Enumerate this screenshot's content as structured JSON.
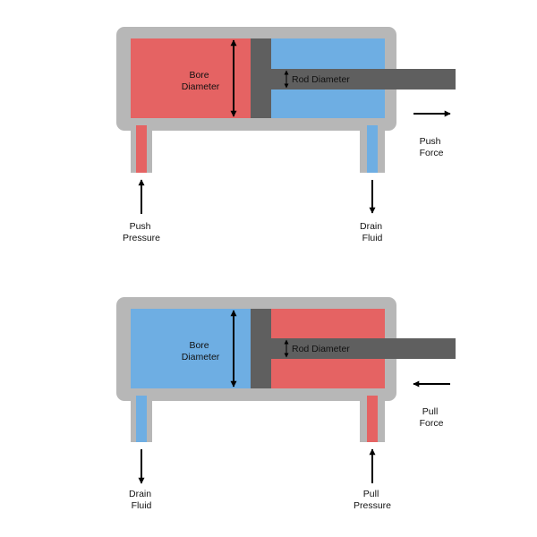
{
  "colors": {
    "housing": "#b7b7b7",
    "pressure": "#e56363",
    "drain": "#6eaee3",
    "rod": "#5f5f5f",
    "arrow": "#000000",
    "background": "#ffffff"
  },
  "push": {
    "bore_line1": "Bore",
    "bore_line2": "Diameter",
    "rod_label": "Rod Diameter",
    "force_line1": "Push",
    "force_line2": "Force",
    "left_port_line1": "Push",
    "left_port_line2": "Pressure",
    "right_port_line1": "Drain",
    "right_port_line2": "Fluid"
  },
  "pull": {
    "bore_line1": "Bore",
    "bore_line2": "Diameter",
    "rod_label": "Rod Diameter",
    "force_line1": "Pull",
    "force_line2": "Force",
    "left_port_line1": "Drain",
    "left_port_line2": "Fluid",
    "right_port_line1": "Pull",
    "right_port_line2": "Pressure"
  }
}
